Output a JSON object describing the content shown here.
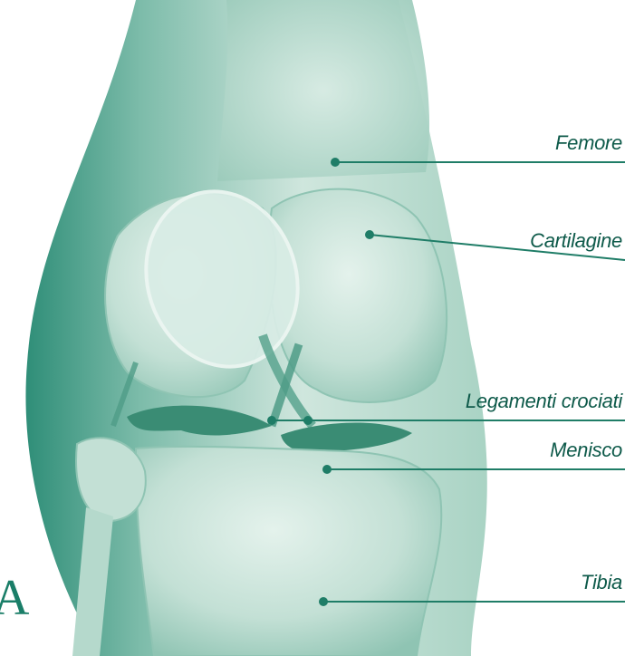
{
  "diagram": {
    "labels": {
      "femore": "Femore",
      "cartilagine": "Cartilagine",
      "legamenti": "Legamenti crociati",
      "menisco": "Menisco",
      "tibia": "Tibia"
    },
    "side_letter": "A"
  },
  "colors": {
    "leg_dark": "#2f8e78",
    "leg_light": "#cfe6dd",
    "bone": "#d3e9e0",
    "bone_shade": "#8fc4b3",
    "cartilage_edge": "#e8f4ef",
    "ligament": "#4f9c87",
    "meniscus": "#3a8c74",
    "leader_line": "#1f7d67",
    "text": "#0e5a4a"
  }
}
